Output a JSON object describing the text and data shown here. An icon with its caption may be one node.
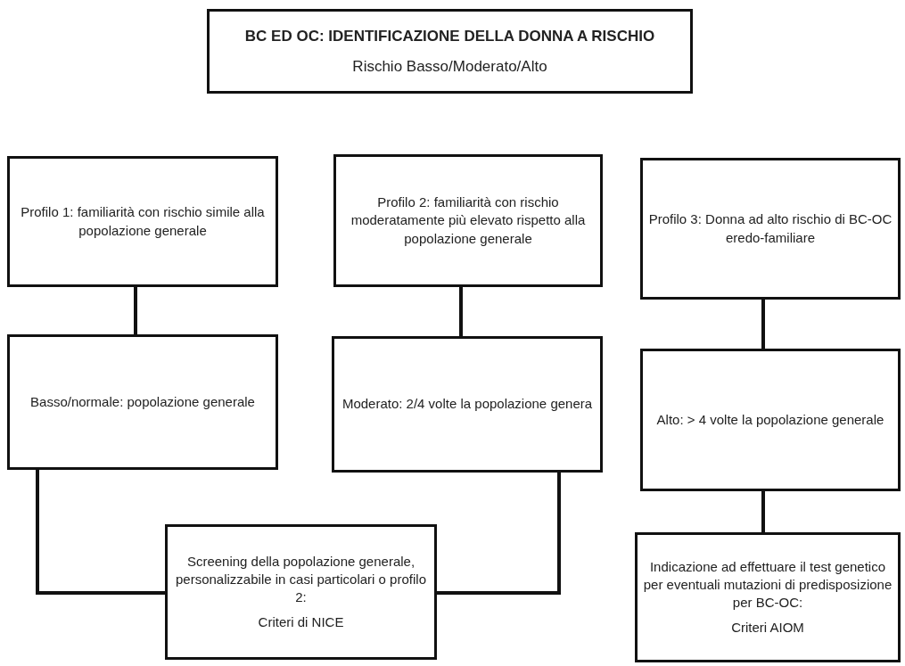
{
  "diagram": {
    "nodes": [
      {
        "text": [
          "BC ED OC: IDENTIFICAZIONE DELLA DONNA A RISCHIO",
          "Rischio Basso/Moderato/Alto"
        ]
      },
      {
        "text": [
          "Profilo 1: familiarità con rischio simile alla popolazione generale"
        ]
      },
      {
        "text": [
          "Profilo 2: familiarità con rischio moderatamente più elevato rispetto alla popolazione generale"
        ]
      },
      {
        "text": [
          "Profilo 3: Donna ad alto rischio di BC-OC eredo-familiare"
        ]
      },
      {
        "text": [
          "Basso/normale: popolazione generale"
        ]
      },
      {
        "text": [
          "Moderato: 2/4 volte la popolazione genera"
        ]
      },
      {
        "text": [
          "Alto: > 4 volte la popolazione generale"
        ]
      },
      {
        "text": [
          "Screening della popolazione generale, personalizzabile in casi particolari o profilo 2:",
          "Criteri di NICE"
        ]
      },
      {
        "text": [
          "Indicazione ad effettuare il test genetico per eventuali mutazioni di predisposizione per BC-OC:",
          "Criteri AIOM"
        ]
      }
    ],
    "edges": [
      {
        "from": 1,
        "to": 4,
        "arrow": "none"
      },
      {
        "from": 2,
        "to": 5,
        "arrow": "none"
      },
      {
        "from": 3,
        "to": 6,
        "arrow": "none"
      },
      {
        "from": 4,
        "to": 7,
        "arrow": "none"
      },
      {
        "from": 5,
        "to": 7,
        "arrow": "none"
      },
      {
        "from": 6,
        "to": 8,
        "arrow": "none"
      }
    ]
  }
}
